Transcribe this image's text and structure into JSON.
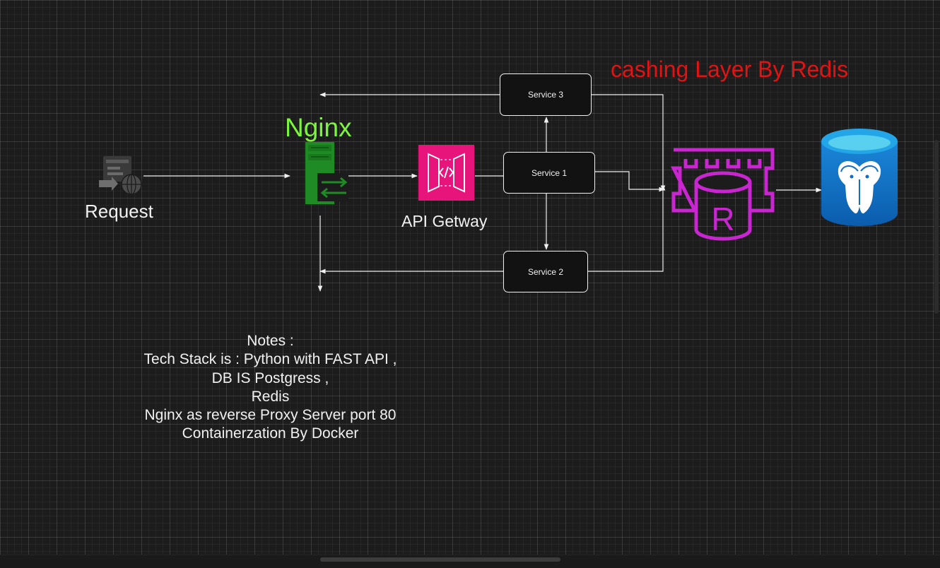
{
  "labels": {
    "request": "Request",
    "nginx": "Nginx",
    "api_gateway": "API Getway",
    "caching_layer": "cashing Layer By Redis"
  },
  "services": {
    "service_1": "Service 1",
    "service_2": "Service 2",
    "service_3": "Service 3"
  },
  "notes": [
    "Notes :",
    "Tech Stack is : Python with FAST API ,",
    "DB IS Postgress ,",
    "Redis",
    "Nginx as reverse Proxy Server port  80",
    "Containerzation By Docker"
  ],
  "colors": {
    "canvas_background": "#1c1c1c",
    "nginx_label": "#7df53c",
    "nginx_server": "#1f8b24",
    "api_gateway": "#e7157b",
    "redis": "#c925d1",
    "caching_label": "#e41313",
    "postgres": "#0f6fc6",
    "connector": "#f0f0f0"
  },
  "icons": {
    "request": "web-request-icon",
    "nginx": "server-reverse-proxy-icon",
    "api_gateway": "api-gateway-icon",
    "redis": "redis-cache-icon",
    "postgres": "postgres-database-icon"
  }
}
